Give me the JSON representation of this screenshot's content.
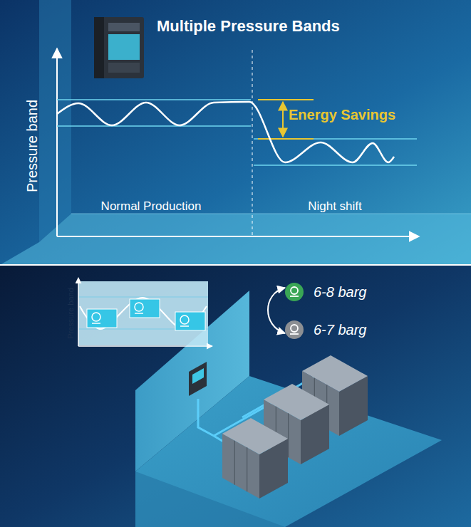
{
  "diagram": {
    "title": "Multiple Pressure Bands",
    "labels": [
      "Pressure band",
      "Energy Savings",
      "Normal Production",
      "Night shift",
      "Pressure band"
    ],
    "legend": [
      {
        "text": "6-8 barg",
        "color": "#3aa655"
      },
      {
        "text": "6-7 barg",
        "color": "#8c8f93"
      }
    ]
  }
}
